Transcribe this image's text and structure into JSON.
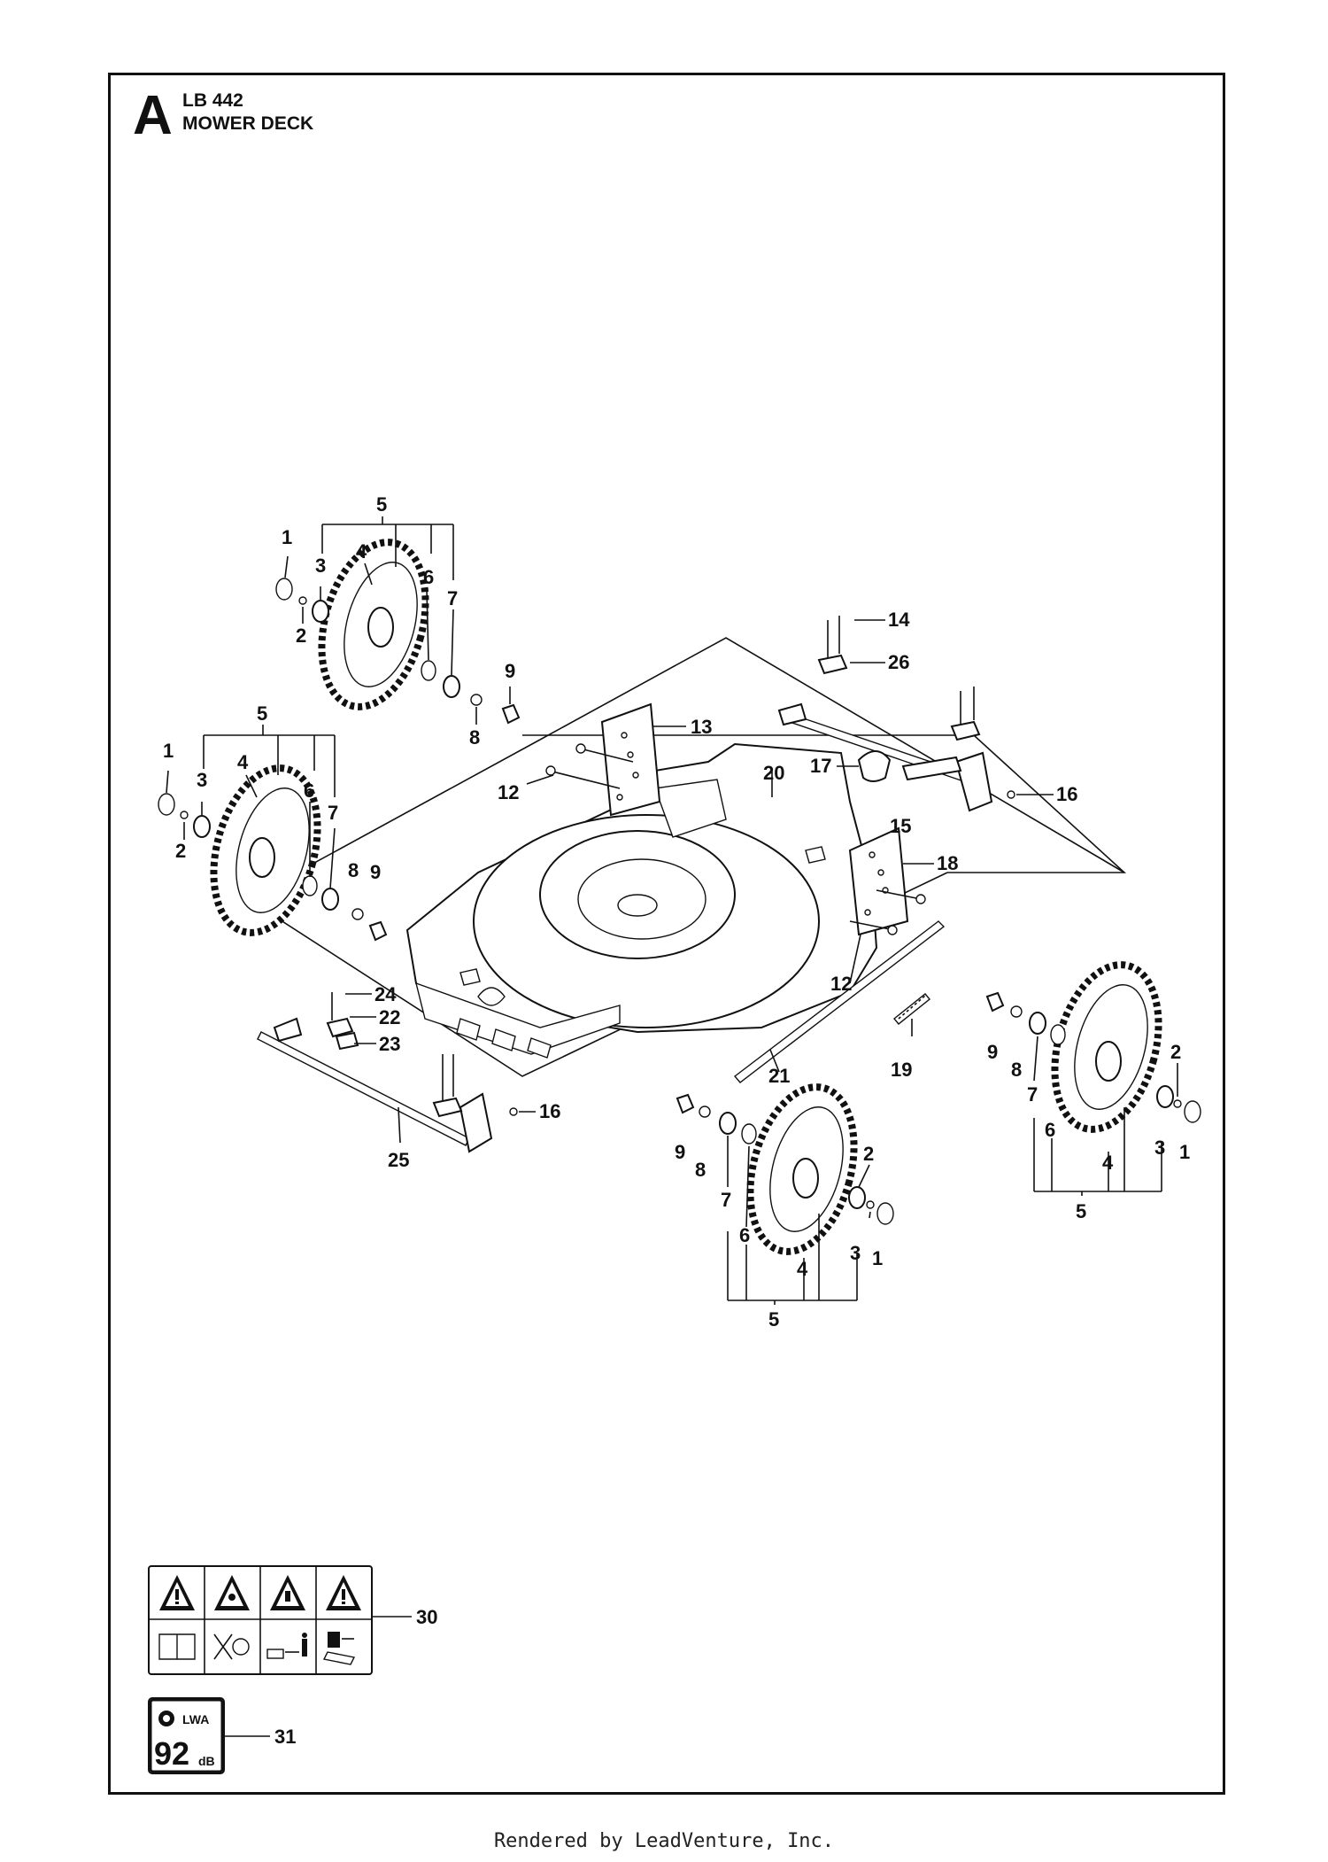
{
  "header": {
    "section_letter": "A",
    "model": "LB 442",
    "title": "MOWER DECK"
  },
  "callouts": {
    "c1a": "1",
    "c1b": "1",
    "c1c": "1",
    "c1d": "1",
    "c2a": "2",
    "c2b": "2",
    "c2c": "2",
    "c2d": "2",
    "c3a": "3",
    "c3b": "3",
    "c3c": "3",
    "c3d": "3",
    "c4a": "4",
    "c4b": "4",
    "c4c": "4",
    "c4d": "4",
    "c5a": "5",
    "c5b": "5",
    "c5c": "5",
    "c5d": "5",
    "c6a": "6",
    "c6b": "6",
    "c6c": "6",
    "c6d": "6",
    "c7a": "7",
    "c7b": "7",
    "c7c": "7",
    "c7d": "7",
    "c8a": "8",
    "c8b": "8",
    "c8c": "8",
    "c8d": "8",
    "c9a": "9",
    "c9b": "9",
    "c9c": "9",
    "c9d": "9",
    "c12a": "12",
    "c12b": "12",
    "c13": "13",
    "c14": "14",
    "c15": "15",
    "c16a": "16",
    "c16b": "16",
    "c17": "17",
    "c18": "18",
    "c19": "19",
    "c20": "20",
    "c21": "21",
    "c22": "22",
    "c23": "23",
    "c24": "24",
    "c25": "25",
    "c26": "26",
    "c30": "30",
    "c31": "31"
  },
  "noise_decal": {
    "level": "92",
    "unit": "dB",
    "symbol": "LWA"
  },
  "footer": {
    "rendered_by": "Rendered by LeadVenture, Inc."
  }
}
